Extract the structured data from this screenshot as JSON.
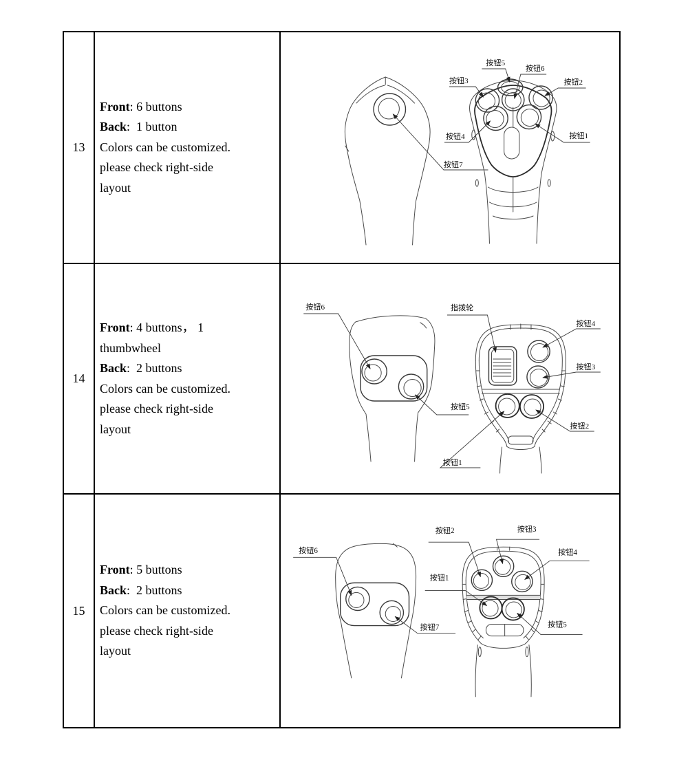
{
  "colors": {
    "background": "#ffffff",
    "table_border": "#000000",
    "drawing_line": "#4b4b4b",
    "callout_line": "#3c3c3c",
    "text": "#000000"
  },
  "table": {
    "rows": [
      {
        "num": "13",
        "desc": [
          {
            "b": "Front",
            "t": ": 6 buttons"
          },
          {
            "b": "Back",
            "t": ":  1 button"
          },
          {
            "b": "",
            "t": "Colors can be customized."
          },
          {
            "b": "",
            "t": "please check right-side"
          },
          {
            "b": "",
            "t": "layout"
          }
        ],
        "diagram": {
          "left_labels": [
            "按钮7"
          ],
          "right_labels": [
            "按钮5",
            "按钮6",
            "按钮3",
            "按钮2",
            "按钮4",
            "按钮1"
          ]
        }
      },
      {
        "num": "14",
        "desc": [
          {
            "b": "Front",
            "t": ": 4 buttons， 1"
          },
          {
            "b": "",
            "t": "thumbwheel"
          },
          {
            "b": "Back",
            "t": ":  2 buttons"
          },
          {
            "b": "",
            "t": "Colors can be customized."
          },
          {
            "b": "",
            "t": "please check right-side"
          },
          {
            "b": "",
            "t": "layout"
          }
        ],
        "diagram": {
          "left_labels": [
            "按钮6",
            "按钮5"
          ],
          "right_labels": [
            "指拨轮",
            "按钮4",
            "按钮3",
            "按钮2",
            "按钮1"
          ]
        }
      },
      {
        "num": "15",
        "desc": [
          {
            "b": "Front",
            "t": ": 5 buttons"
          },
          {
            "b": "Back",
            "t": ":  2 buttons"
          },
          {
            "b": "",
            "t": "Colors can be customized."
          },
          {
            "b": "",
            "t": "please check right-side"
          },
          {
            "b": "",
            "t": "layout"
          }
        ],
        "diagram": {
          "left_labels": [
            "按钮6",
            "按钮7"
          ],
          "right_labels": [
            "按钮2",
            "按钮3",
            "按钮4",
            "按钮1",
            "按钮5"
          ]
        }
      }
    ]
  }
}
